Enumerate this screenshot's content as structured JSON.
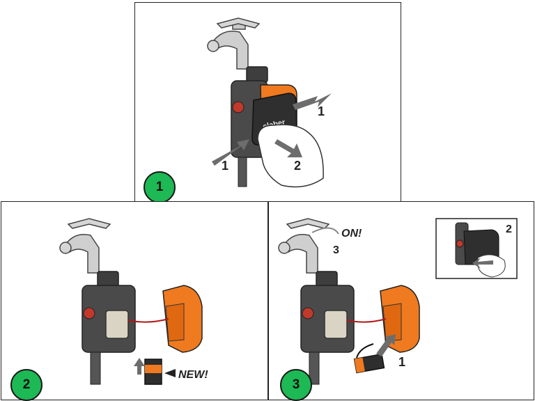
{
  "panels": [
    {
      "step": "1",
      "brand": "claber",
      "callouts": [
        "1",
        "1",
        "2"
      ]
    },
    {
      "step": "2",
      "callouts": [
        "NEW!"
      ]
    },
    {
      "step": "3",
      "callouts": [
        "ON!",
        "3",
        "1",
        "2"
      ]
    }
  ],
  "colors": {
    "badge_green": "#1db954",
    "device_orange": "#f07a1f",
    "device_dark": "#3a3a3a",
    "arrow_gray": "#6d6d6d"
  },
  "icons": [
    "tap-icon",
    "timer-device-icon",
    "hand-icon",
    "battery-icon",
    "arrow-icon",
    "no-water-sticker-icon"
  ]
}
